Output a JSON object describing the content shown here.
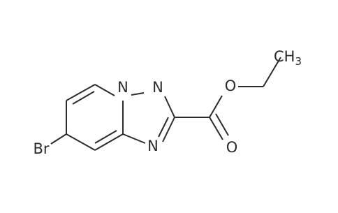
{
  "molecule": {
    "atoms": {
      "n_bridge": {
        "symbol": "N",
        "color": "#2b2b2b"
      },
      "n_top": {
        "symbol": "N",
        "color": "#2b2b2b"
      },
      "n_bottom": {
        "symbol": "N",
        "color": "#2b2b2b"
      },
      "o_ether": {
        "symbol": "O",
        "color": "#2b2b2b"
      },
      "o_carbonyl": {
        "symbol": "O",
        "color": "#2b2b2b"
      },
      "br": {
        "symbol": "Br",
        "color": "#2b2b2b"
      },
      "methyl": {
        "symbol": "CH",
        "subscript": "3",
        "color": "#2b2b2b"
      }
    }
  }
}
